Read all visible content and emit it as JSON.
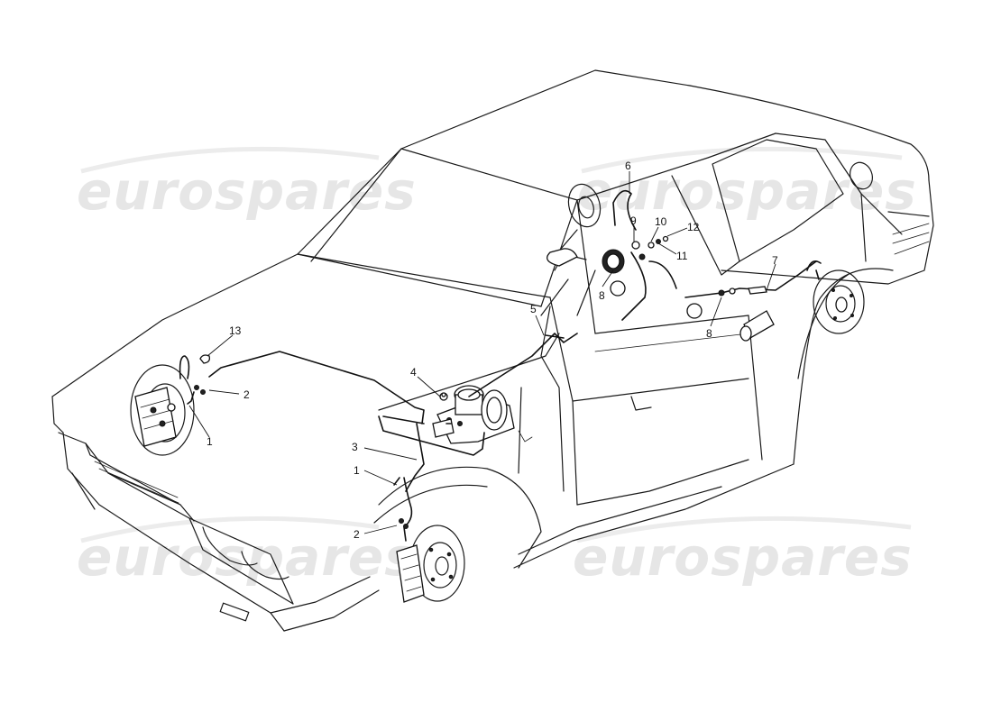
{
  "watermark": {
    "text": "eurospares",
    "color": "#e6e6e6"
  },
  "callouts": [
    {
      "id": "c1a",
      "label": "1"
    },
    {
      "id": "c2a",
      "label": "2"
    },
    {
      "id": "c13",
      "label": "13"
    },
    {
      "id": "c4",
      "label": "4"
    },
    {
      "id": "c3",
      "label": "3"
    },
    {
      "id": "c1b",
      "label": "1"
    },
    {
      "id": "c2b",
      "label": "2"
    },
    {
      "id": "c5",
      "label": "5"
    },
    {
      "id": "c6",
      "label": "6"
    },
    {
      "id": "c9",
      "label": "9"
    },
    {
      "id": "c10",
      "label": "10"
    },
    {
      "id": "c12",
      "label": "12"
    },
    {
      "id": "c11",
      "label": "11"
    },
    {
      "id": "c8a",
      "label": "8"
    },
    {
      "id": "c7",
      "label": "7"
    },
    {
      "id": "c8b",
      "label": "8"
    }
  ],
  "colors": {
    "line": "#1a1a1a",
    "background": "#ffffff"
  }
}
